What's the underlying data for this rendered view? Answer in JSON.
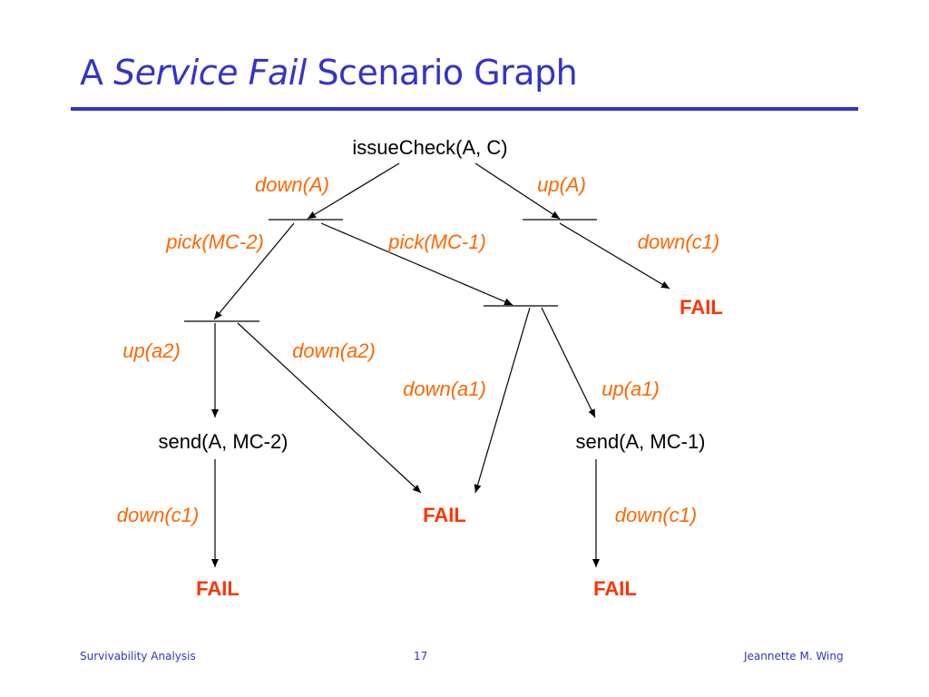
{
  "title": {
    "prefix": "A ",
    "italic": "Service Fail",
    "suffix": " Scenario Graph"
  },
  "colors": {
    "title": "#3333cc",
    "edge_label": "#ff6600",
    "fail": "#ff3300",
    "line": "#000000"
  },
  "nodes": {
    "root": "issueCheck(A, C)",
    "send_mc2": "send(A, MC-2)",
    "send_mc1": "send(A, MC-1)",
    "fail_right": "FAIL",
    "fail_middle": "FAIL",
    "fail_left_bottom": "FAIL",
    "fail_right_bottom": "FAIL"
  },
  "edge_labels": {
    "down_A": "down(A)",
    "up_A": "up(A)",
    "pick_mc2": "pick(MC-2)",
    "pick_mc1": "pick(MC-1)",
    "down_c1_top": "down(c1)",
    "up_a2": "up(a2)",
    "down_a2": "down(a2)",
    "down_a1": "down(a1)",
    "up_a1": "up(a1)",
    "down_c1_left": "down(c1)",
    "down_c1_right": "down(c1)"
  },
  "footer": {
    "left": "Survivability Analysis",
    "center": "17",
    "right": "Jeannette M. Wing"
  }
}
